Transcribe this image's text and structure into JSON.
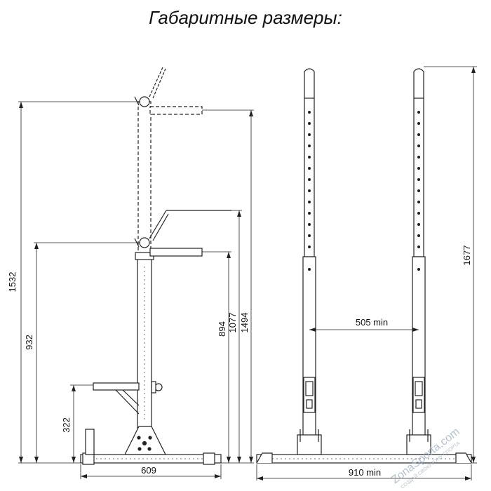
{
  "title": "Габаритные размеры:",
  "side_view": {
    "height_top_hook": "1532",
    "height_bottom_hook": "932",
    "height_spotter": "322",
    "width_base": "609",
    "height_upper_bar": "1077",
    "height_upper_hook_top": "1494",
    "height_lower_bar": "894"
  },
  "front_view": {
    "inner_width": "505 min",
    "outer_width": "910 min",
    "total_height": "1677"
  },
  "watermark": {
    "brand": "ZonaSporta.com",
    "slogan": "СОЗДАЙ СВОЮ ЗОНУ СПОРТА"
  }
}
